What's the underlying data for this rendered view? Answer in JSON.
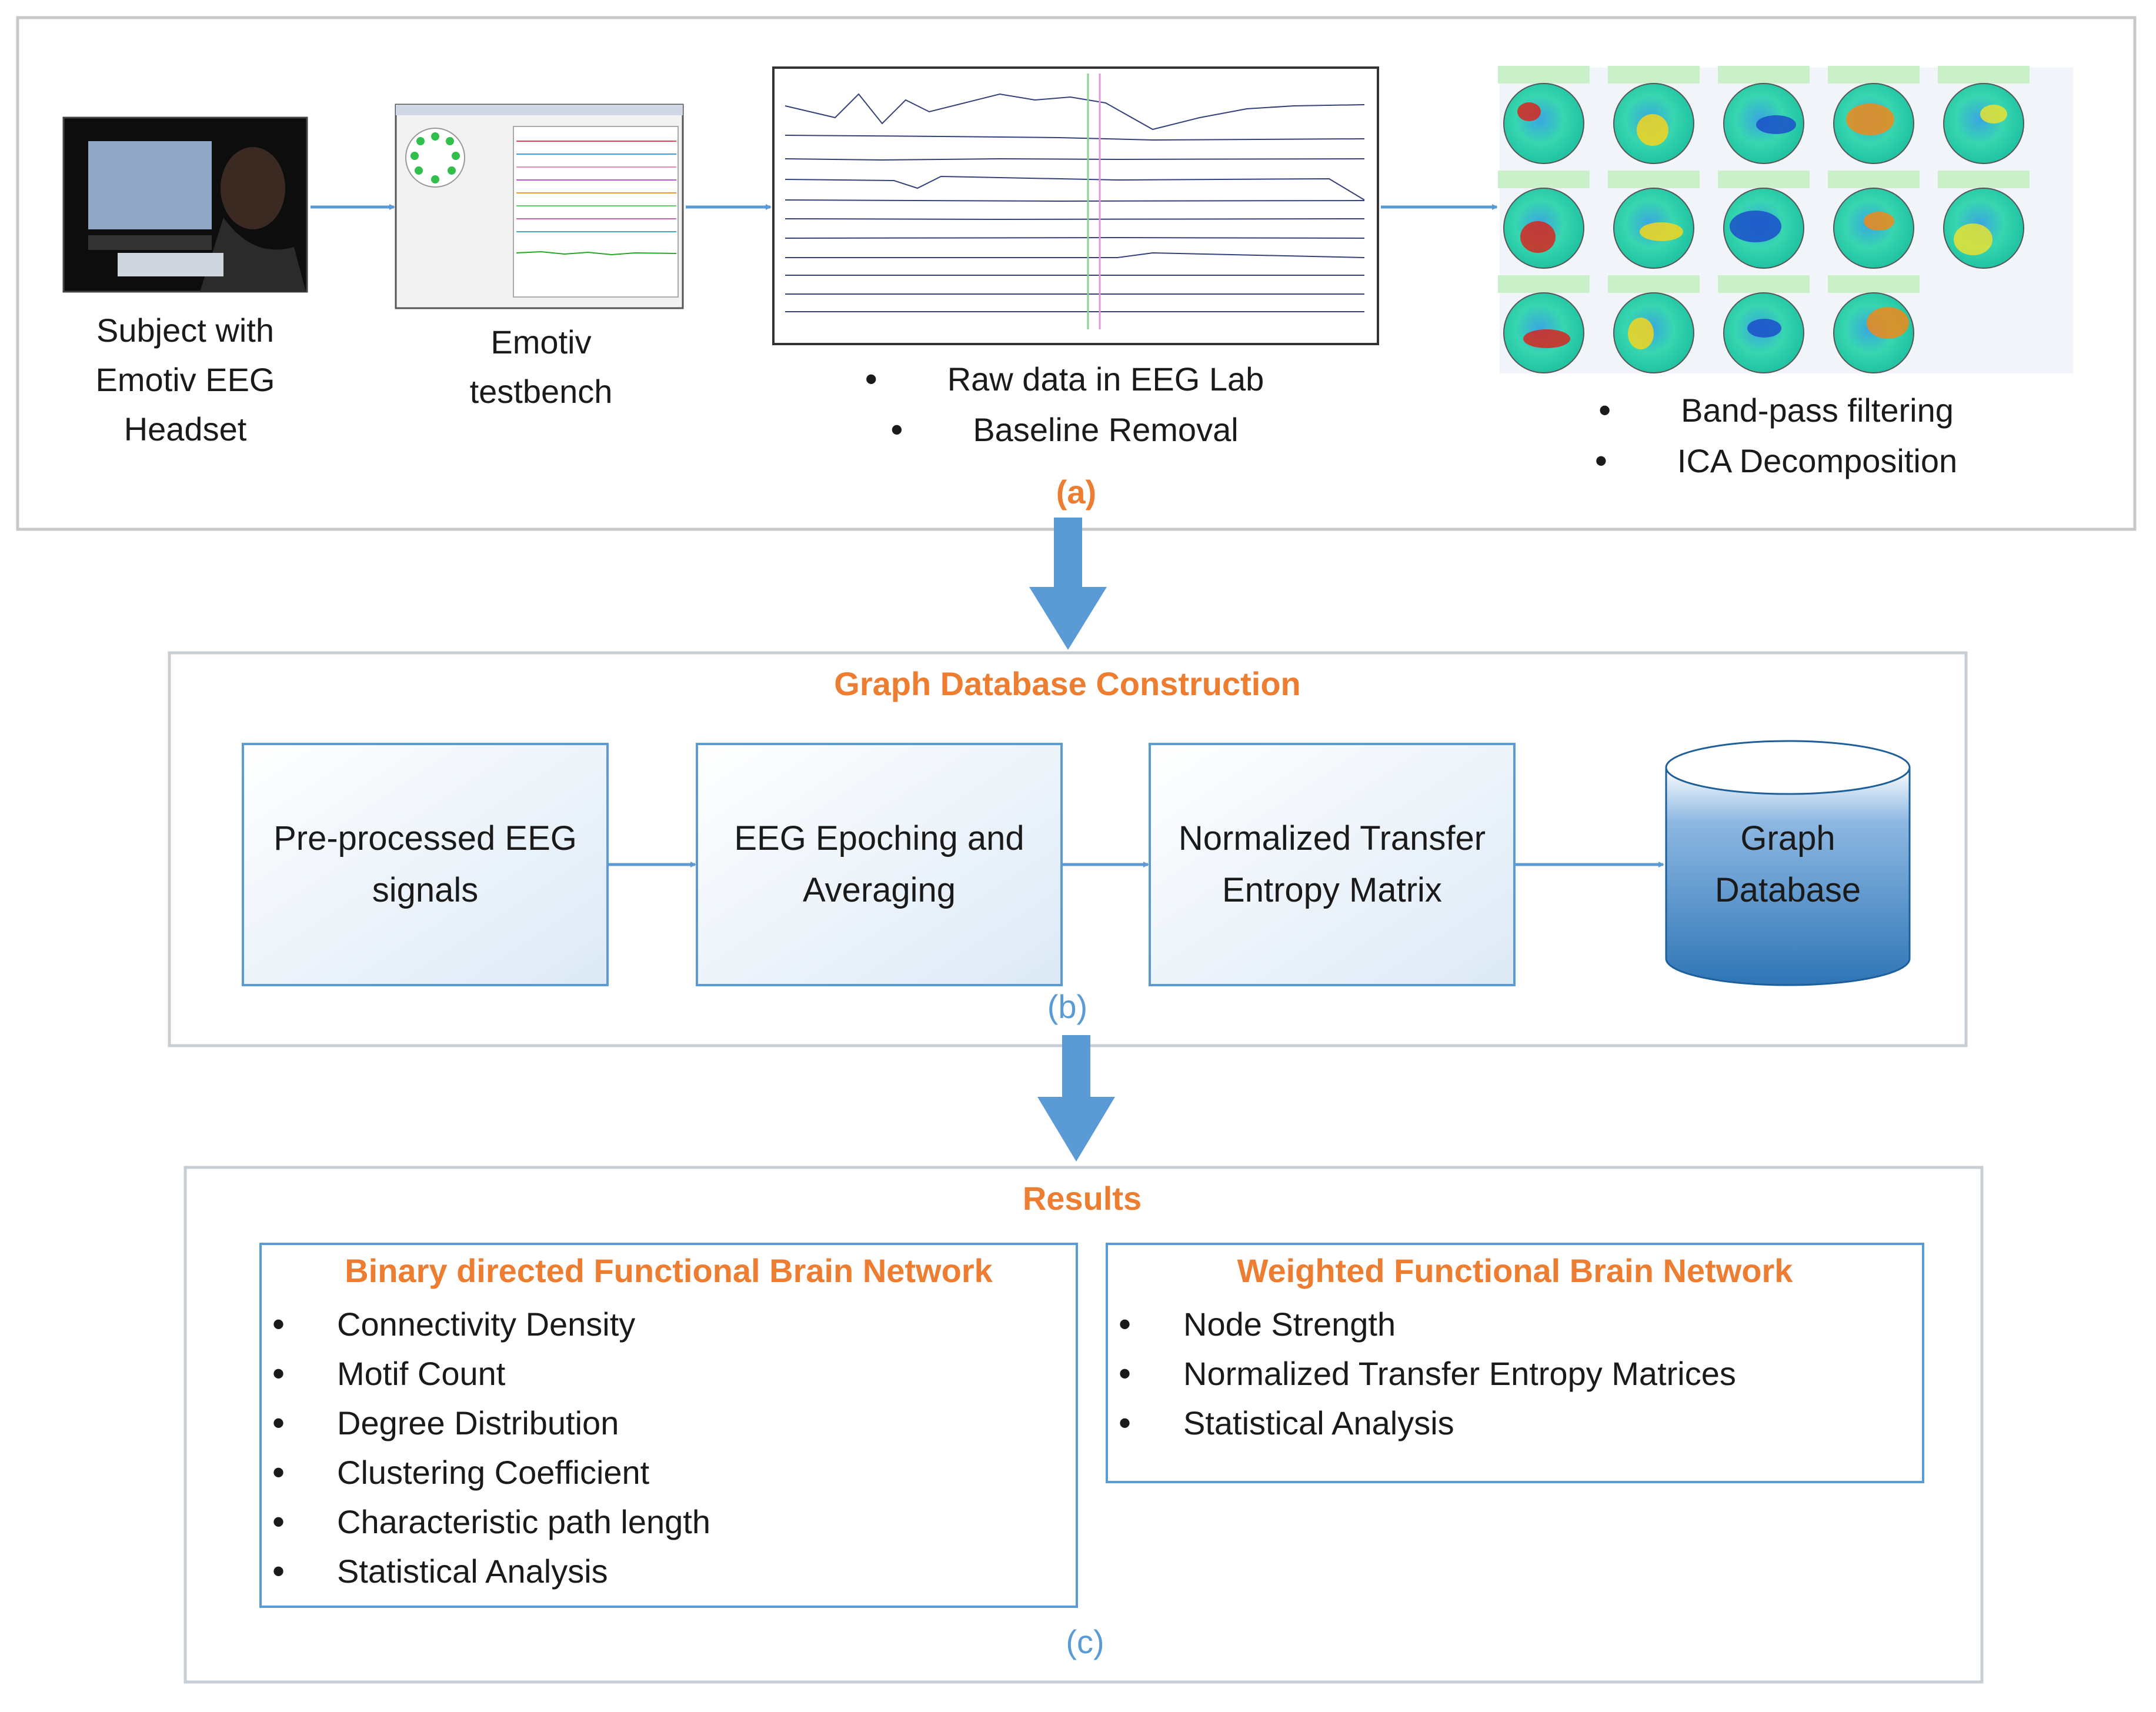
{
  "stage_a": {
    "subject_caption": "Subject with\nEmotiv EEG\nHeadset",
    "testbench_caption": "Emotiv\ntestbench",
    "raw_bullets": [
      "Raw data in EEG Lab",
      "Baseline Removal"
    ],
    "ica_bullets": [
      "Band-pass filtering",
      "ICA Decomposition"
    ],
    "label": "(a)"
  },
  "stage_b": {
    "title": "Graph Database Construction",
    "boxes": [
      "Pre-processed EEG\nsignals",
      "EEG Epoching and\nAveraging",
      "Normalized Transfer\nEntropy Matrix"
    ],
    "database": "Graph\nDatabase",
    "label": "(b)"
  },
  "stage_c": {
    "title": "Results",
    "binary": {
      "title": "Binary directed Functional Brain Network",
      "items": [
        "Connectivity Density",
        "Motif Count",
        "Degree Distribution",
        "Clustering Coefficient",
        "Characteristic path length",
        "Statistical Analysis"
      ]
    },
    "weighted": {
      "title": "Weighted Functional Brain Network",
      "items": [
        "Node Strength",
        "Normalized Transfer Entropy Matrices",
        "Statistical Analysis"
      ]
    },
    "label": "(c)"
  },
  "colors": {
    "accent": "#ED7D31",
    "arrow": "#5B9BD5",
    "box_border": "#5B9BD5",
    "db_fill": "#2E75B6"
  }
}
